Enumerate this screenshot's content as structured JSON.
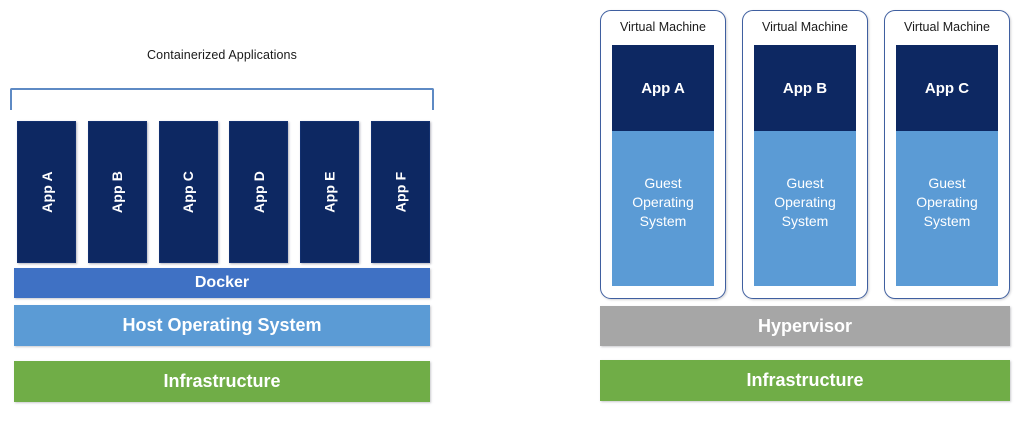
{
  "diagram": {
    "type": "comparison-diagram",
    "left_panel": {
      "title": "Containerized Applications",
      "apps": [
        {
          "label": "App A"
        },
        {
          "label": "App B"
        },
        {
          "label": "App C"
        },
        {
          "label": "App D"
        },
        {
          "label": "App E"
        },
        {
          "label": "App F"
        }
      ],
      "layers": [
        {
          "label": "Docker",
          "color": "#3f71c4"
        },
        {
          "label": "Host Operating System",
          "color": "#5b9bd5"
        },
        {
          "label": "Infrastructure",
          "color": "#70ad47"
        }
      ]
    },
    "right_panel": {
      "vms": [
        {
          "title": "Virtual Machine",
          "app": "App A",
          "guest_os": "Guest Operating System"
        },
        {
          "title": "Virtual Machine",
          "app": "App B",
          "guest_os": "Guest Operating System"
        },
        {
          "title": "Virtual Machine",
          "app": "App C",
          "guest_os": "Guest Operating System"
        }
      ],
      "layers": [
        {
          "label": "Hypervisor",
          "color": "#a6a6a6"
        },
        {
          "label": "Infrastructure",
          "color": "#70ad47"
        }
      ]
    },
    "colors": {
      "app_navy": "#0d2862",
      "docker_blue": "#3f71c4",
      "os_blue": "#5b9bd5",
      "infrastructure_green": "#70ad47",
      "hypervisor_gray": "#a6a6a6",
      "vm_border": "#3f5fa0",
      "bracket": "#5e8ac4"
    }
  }
}
